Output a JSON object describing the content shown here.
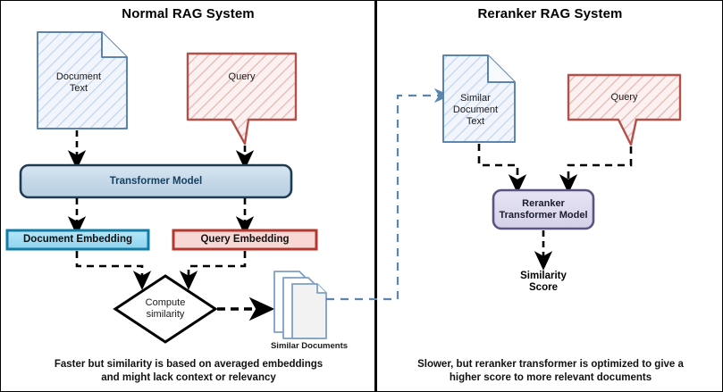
{
  "diagram": {
    "title_left": "Normal RAG System",
    "title_right": "Reranker RAG System",
    "caption_left": "Faster but similarity is based on averaged embeddings\nand might lack context or relevancy",
    "caption_right": "Slower, but reranker transformer is optimized to give a\nhigher score to more relevant documents"
  },
  "left_panel": {
    "nodes": {
      "document_text": "Document\nText",
      "query": "Query",
      "transformer_model": "Transformer Model",
      "document_embedding": "Document Embedding",
      "query_embedding": "Query Embedding",
      "compute_similarity": "Compute\nsimilarity",
      "similar_documents": "Similar Documents"
    }
  },
  "right_panel": {
    "nodes": {
      "similar_document_text": "Similar\nDocument\nText",
      "query": "Query",
      "reranker_transformer_model": "Reranker\nTransformer Model",
      "similarity_score": "Similarity\nScore"
    }
  },
  "colors": {
    "document_fill": "#f2f6fc",
    "document_stroke": "#5b84b1",
    "document_hatch": "#c3d6ef",
    "query_fill": "#fbf1f0",
    "query_stroke": "#b4504a",
    "query_hatch": "#e8b6b2",
    "transformer_fill": "#c5d8e8",
    "transformer_stroke": "#1f3b52",
    "doc_embedding_fill": "#9fdcf5",
    "doc_embedding_stroke": "#117ca8",
    "query_embedding_fill": "#f8d8d4",
    "query_embedding_stroke": "#b4382f",
    "reranker_fill": "#dedcee",
    "reranker_stroke": "#5a5580",
    "diamond_fill": "#ffffff",
    "diamond_stroke": "#000000",
    "arrow_black": "#000000",
    "connector_blue": "#5b84b1",
    "divider": "#000000"
  }
}
